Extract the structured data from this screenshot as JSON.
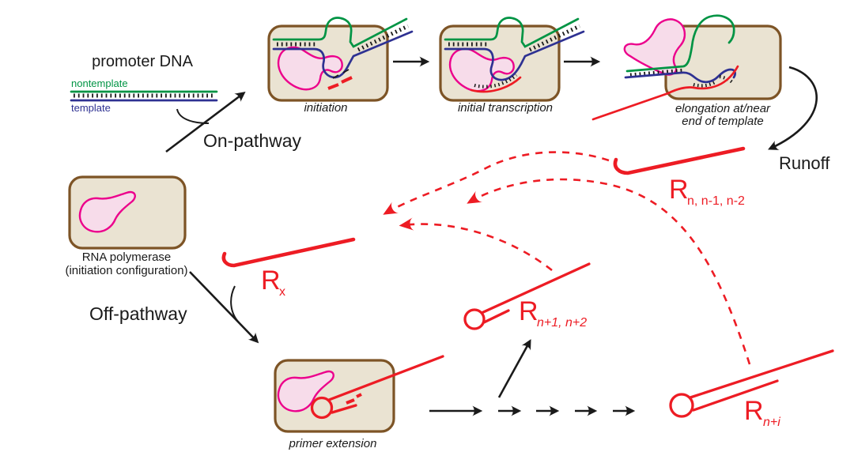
{
  "figure": {
    "promoter": {
      "title": "promoter DNA",
      "nontemplate_label": "nontemplate",
      "template_label": "template"
    },
    "pathway_labels": {
      "on": "On-pathway",
      "off": "Off-pathway"
    },
    "stage_captions": {
      "initiation": "initiation",
      "initial_transcription": "initial transcription",
      "elongation_line1": "elongation at/near",
      "elongation_line2": "end of template",
      "primer_extension": "primer extension"
    },
    "rnap_caption": {
      "line1": "RNA polymerase",
      "line2": "(initiation configuration)"
    },
    "runoff_label": "Runoff",
    "products": {
      "runoff": {
        "symbol": "R",
        "subscript": "n, n-1, n-2"
      },
      "rx": {
        "symbol": "R",
        "subscript": "x"
      },
      "extended": {
        "symbol": "R",
        "subscript": "n+1, n+2"
      },
      "extended_more": {
        "symbol": "R",
        "subscript": "n+i"
      }
    },
    "colors": {
      "red": "#ed1c24",
      "green": "#009444",
      "blue": "#2e3192",
      "magenta": "#ec008c",
      "polymerase_fill": "#f7dcea",
      "box_fill": "#eae3d2",
      "box_border": "#7d5426",
      "black": "#1a1a1a"
    }
  }
}
